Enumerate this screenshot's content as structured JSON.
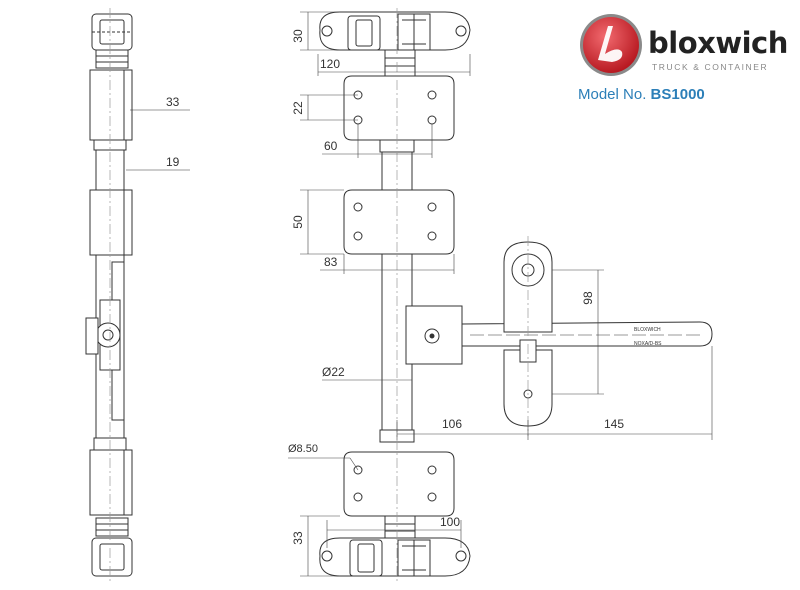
{
  "brand": {
    "name": "bloxwich",
    "tagline": "TRUCK & CONTAINER",
    "logo_color": "#d0262d"
  },
  "model": {
    "prefix": "Model No.",
    "number": "BS1000",
    "color": "#2c7fb8"
  },
  "dimensions": {
    "side_33": "33",
    "side_19": "19",
    "top_30": "30",
    "top_120": "120",
    "plate_22": "22",
    "plate_60": "60",
    "plate_50": "50",
    "plate_83": "83",
    "rod_dia": "Ø22",
    "handle_98": "98",
    "handle_106": "106",
    "handle_145": "145",
    "hole_dia": "Ø8.50",
    "bottom_33": "33",
    "bottom_100": "100"
  },
  "handle_marks": {
    "line1": "BLOXWICH",
    "line2": "NOXA/D-BS"
  }
}
